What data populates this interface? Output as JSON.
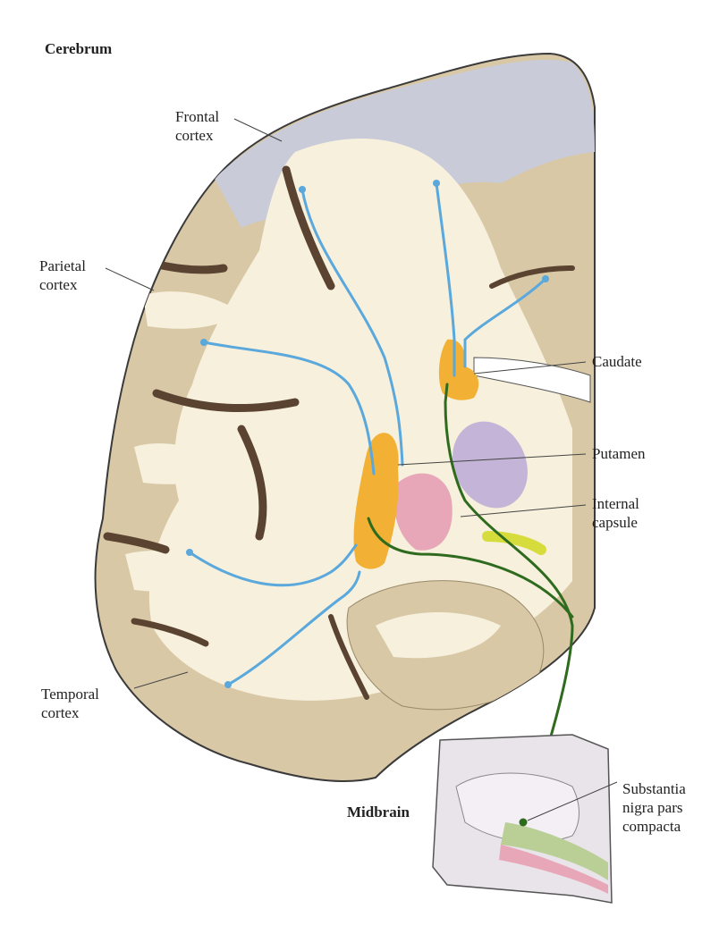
{
  "labels": {
    "cerebrum": "Cerebrum",
    "frontal_cortex": "Frontal\ncortex",
    "parietal_cortex": "Parietal\ncortex",
    "caudate": "Caudate",
    "putamen": "Putamen",
    "internal_capsule": "Internal\ncapsule",
    "temporal_cortex": "Temporal\ncortex",
    "midbrain": "Midbrain",
    "substantia_nigra": "Substantia\nnigra pars\ncompacta"
  },
  "colors": {
    "gray_matter": "#d9c8a6",
    "white_matter": "#f6f0dc",
    "frontal_gray": "#c9cbd8",
    "sulcus_shadow": "#5a4330",
    "corticostriatal_axon": "#5aa8dc",
    "nigrostriatal_axon": "#2f6b1e",
    "striatum": "#f2b134",
    "globus_pallidus": "#e7a7b8",
    "thalamus_violet": "#c4b5d8",
    "small_nucleus": "#d6dc3c",
    "midbrain_section": "#e9e3ea",
    "substantia_nigra_green": "#b9cf96"
  }
}
